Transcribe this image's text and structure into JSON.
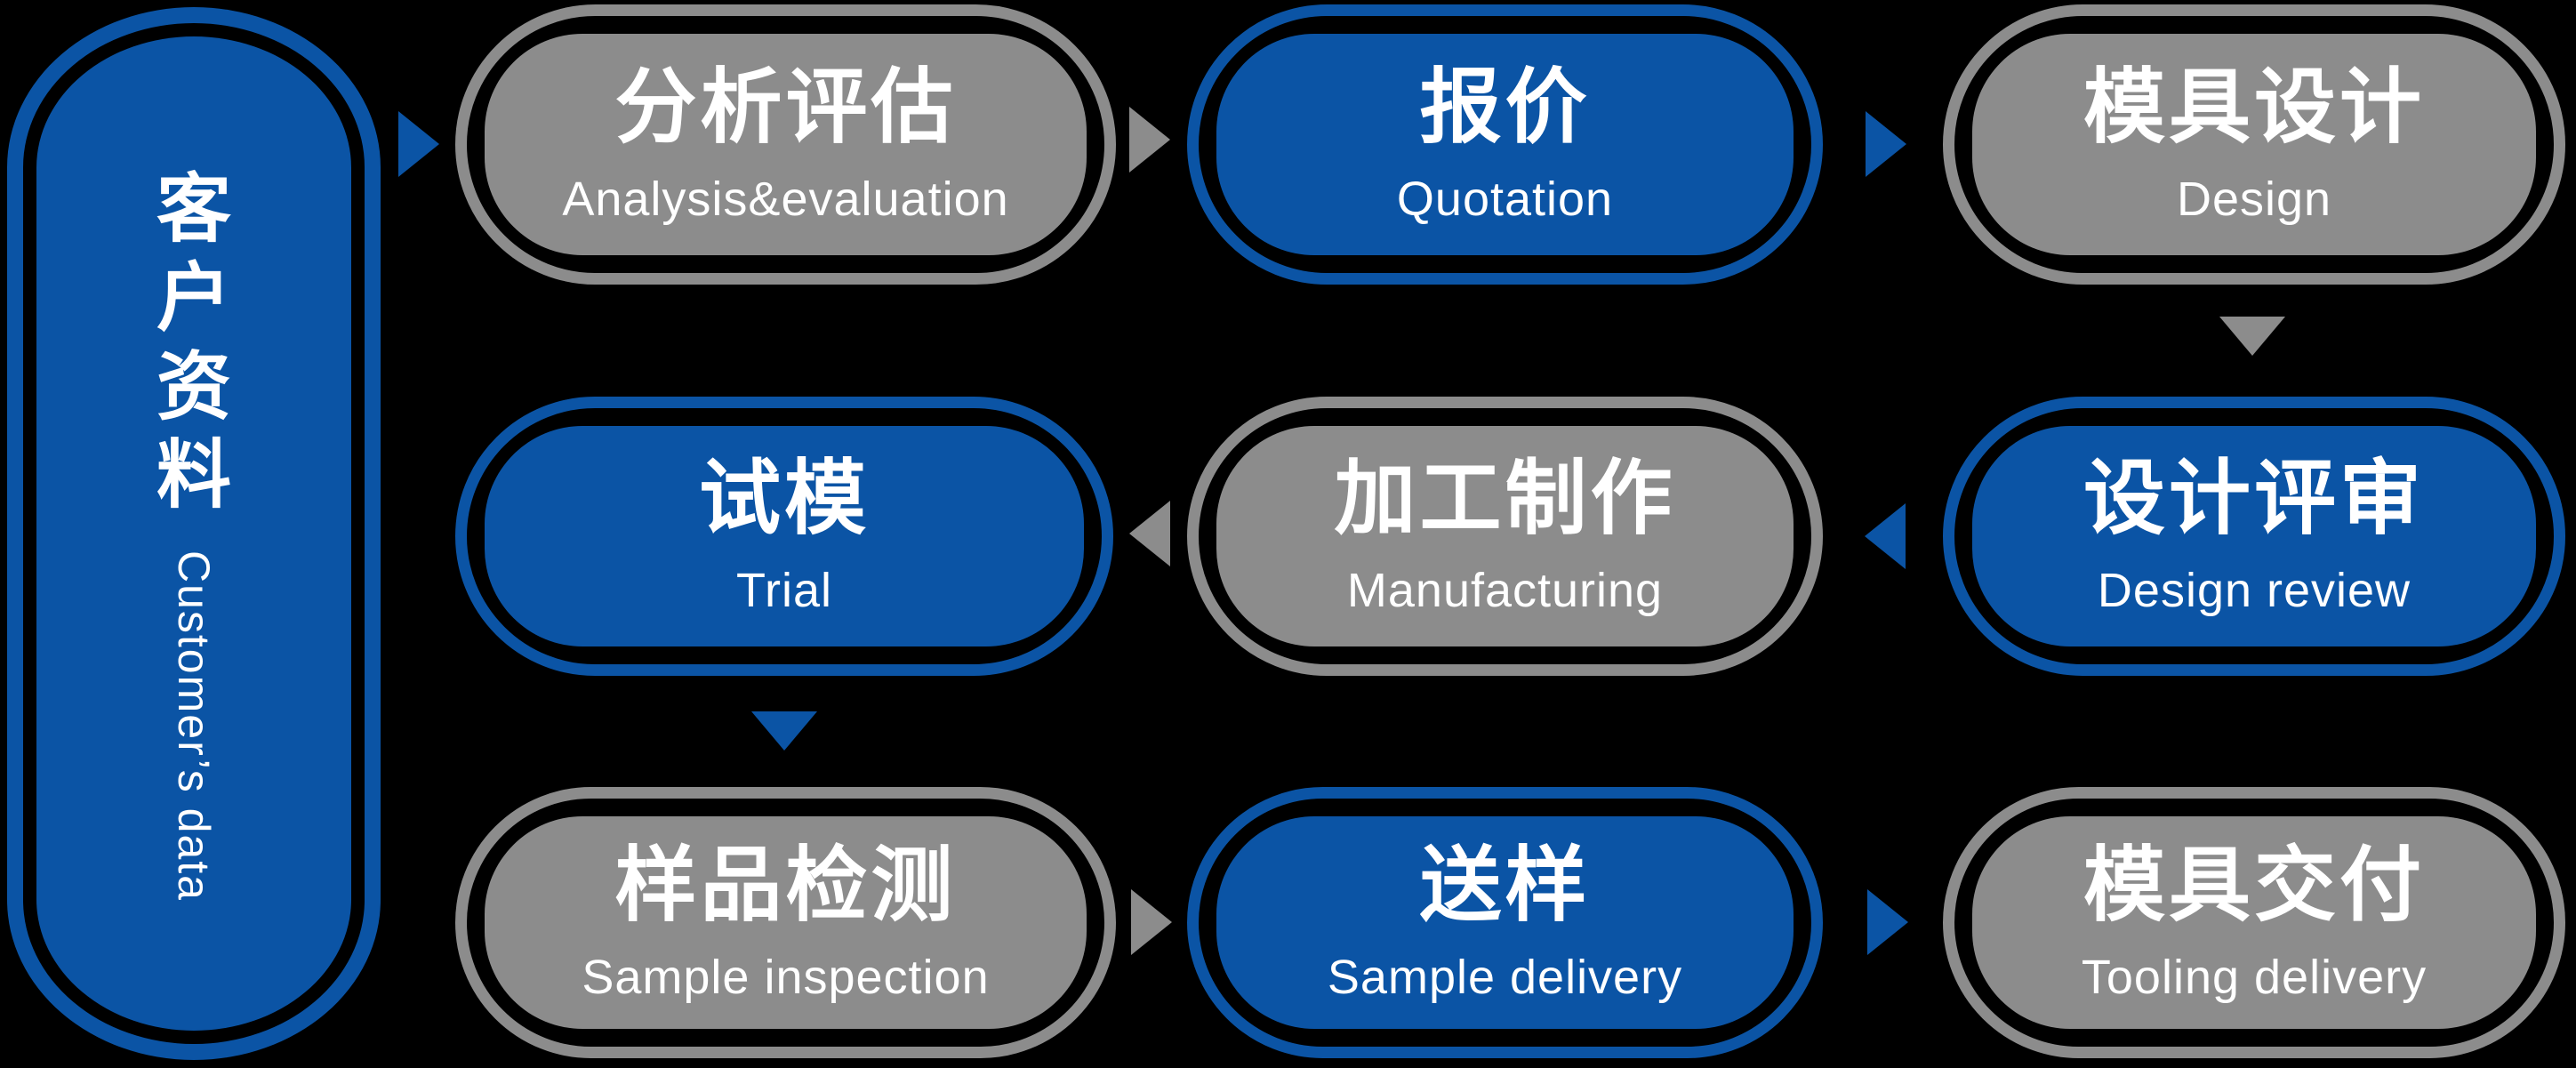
{
  "colors": {
    "blue": "#0B54A5",
    "gray": "#8C8C8C",
    "text": "#FFFFFF",
    "background": "#000000"
  },
  "source_node": {
    "id": "customer-data",
    "zh": "客户资料",
    "en": "Customer’s data",
    "color": "blue"
  },
  "nodes": [
    {
      "id": "analysis",
      "zh": "分析评估",
      "en": "Analysis&evaluation",
      "color": "gray"
    },
    {
      "id": "quotation",
      "zh": "报价",
      "en": "Quotation",
      "color": "blue"
    },
    {
      "id": "design",
      "zh": "模具设计",
      "en": "Design",
      "color": "gray"
    },
    {
      "id": "trial",
      "zh": "试模",
      "en": "Trial",
      "color": "blue"
    },
    {
      "id": "manufacturing",
      "zh": "加工制作",
      "en": "Manufacturing",
      "color": "gray"
    },
    {
      "id": "design-review",
      "zh": "设计评审",
      "en": "Design review",
      "color": "blue"
    },
    {
      "id": "sample-inspection",
      "zh": "样品检测",
      "en": "Sample inspection",
      "color": "gray"
    },
    {
      "id": "sample-delivery",
      "zh": "送样",
      "en": "Sample delivery",
      "color": "blue"
    },
    {
      "id": "tooling-delivery",
      "zh": "模具交付",
      "en": "Tooling delivery",
      "color": "gray"
    }
  ],
  "arrows": [
    {
      "from": "customer-data",
      "to": "analysis",
      "direction": "right",
      "color": "blue"
    },
    {
      "from": "analysis",
      "to": "quotation",
      "direction": "right",
      "color": "gray"
    },
    {
      "from": "quotation",
      "to": "design",
      "direction": "right",
      "color": "blue"
    },
    {
      "from": "design",
      "to": "design-review",
      "direction": "down",
      "color": "gray"
    },
    {
      "from": "design-review",
      "to": "manufacturing",
      "direction": "left",
      "color": "blue"
    },
    {
      "from": "manufacturing",
      "to": "trial",
      "direction": "left",
      "color": "gray"
    },
    {
      "from": "trial",
      "to": "sample-inspection",
      "direction": "down",
      "color": "blue"
    },
    {
      "from": "sample-inspection",
      "to": "sample-delivery",
      "direction": "right",
      "color": "gray"
    },
    {
      "from": "sample-delivery",
      "to": "tooling-delivery",
      "direction": "right",
      "color": "blue"
    }
  ]
}
